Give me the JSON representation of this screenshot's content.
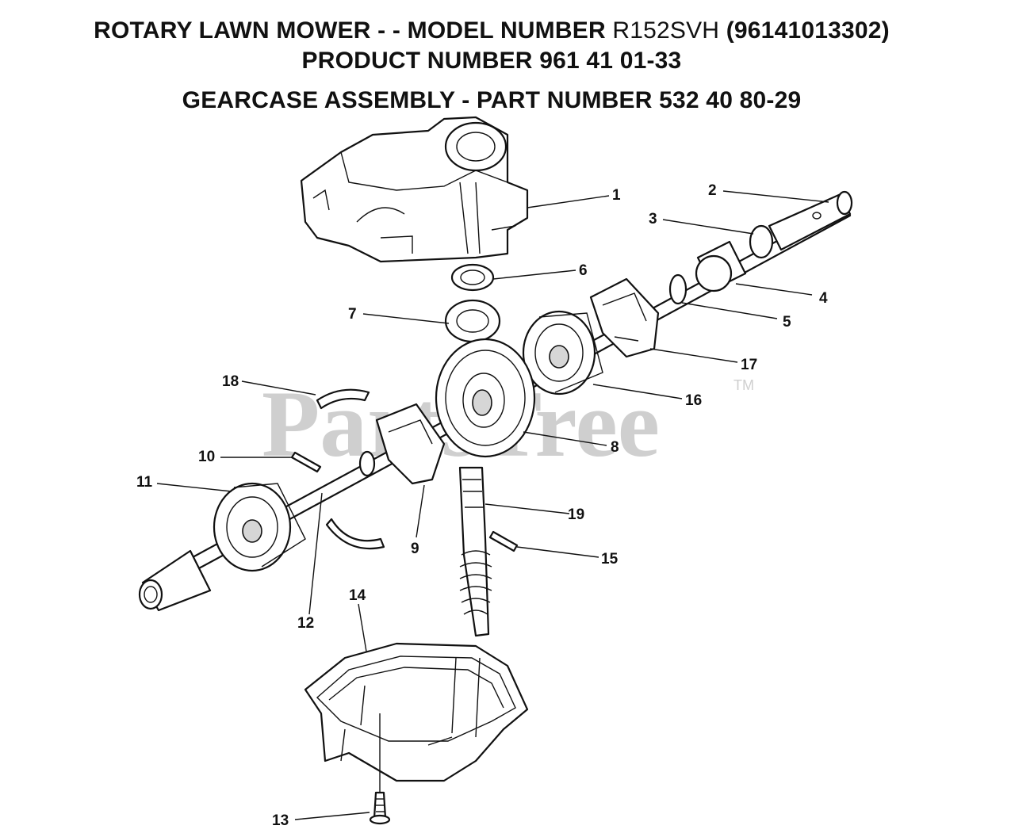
{
  "header": {
    "line1_prefix": "ROTARY LAWN MOWER - - MODEL NUMBER",
    "line1_model": "R152SVH",
    "line1_suffix": "(96141013302)",
    "line2": "PRODUCT NUMBER 961 41 01-33",
    "line3": "GEARCASE ASSEMBLY - PART NUMBER 532 40 80-29"
  },
  "watermark": {
    "text": "PartsTree",
    "trademark": "TM"
  },
  "callouts": [
    {
      "id": "1",
      "label": "1"
    },
    {
      "id": "2",
      "label": "2"
    },
    {
      "id": "3",
      "label": "3"
    },
    {
      "id": "4",
      "label": "4"
    },
    {
      "id": "5",
      "label": "5"
    },
    {
      "id": "6",
      "label": "6"
    },
    {
      "id": "7",
      "label": "7"
    },
    {
      "id": "8",
      "label": "8"
    },
    {
      "id": "9",
      "label": "9"
    },
    {
      "id": "10",
      "label": "10"
    },
    {
      "id": "11",
      "label": "11"
    },
    {
      "id": "12",
      "label": "12"
    },
    {
      "id": "13",
      "label": "13"
    },
    {
      "id": "14",
      "label": "14"
    },
    {
      "id": "15",
      "label": "15"
    },
    {
      "id": "16",
      "label": "16"
    },
    {
      "id": "17",
      "label": "17"
    },
    {
      "id": "18",
      "label": "18"
    },
    {
      "id": "19",
      "label": "19"
    }
  ]
}
